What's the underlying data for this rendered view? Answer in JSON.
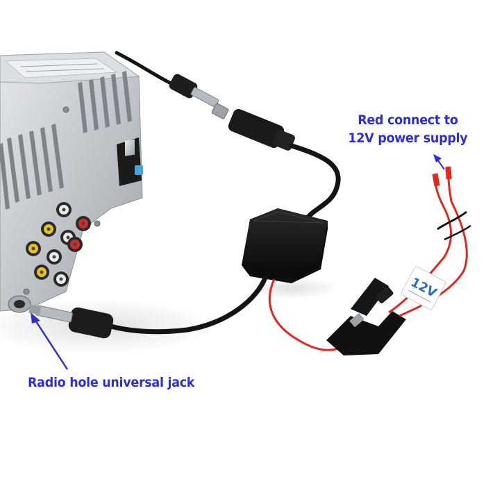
{
  "annotations": {
    "red_wire_label_line1": "Red connect to",
    "red_wire_label_line2": "12V power supply",
    "jack_label": "Radio hole universal jack"
  },
  "tag": {
    "voltage": "12V"
  },
  "colors": {
    "annotation_text": "#2c2fd6",
    "arrow": "#2c2fd6",
    "cable": "#141414",
    "power_wire": "#e3261e",
    "radio_chassis": "#c9ccd0",
    "rca_yellow": "#e8c21e",
    "rca_red": "#d22a2a",
    "rca_white": "#eaeaea",
    "fuse_blue": "#4aa3e0"
  }
}
